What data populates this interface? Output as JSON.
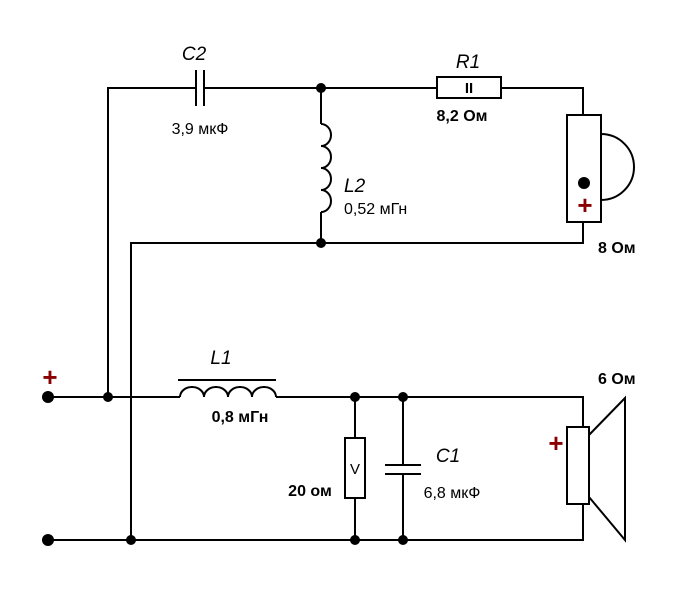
{
  "components": {
    "c2": {
      "name": "C2",
      "value": "3,9 мкФ"
    },
    "r1": {
      "name": "R1",
      "value": "8,2 Ом",
      "symbol": "II"
    },
    "l2": {
      "name": "L2",
      "value": "0,52 мГн"
    },
    "l1": {
      "name": "L1",
      "value": "0,8 мГн"
    },
    "c1": {
      "name": "C1",
      "value": "6,8 мкФ"
    },
    "varistor": {
      "symbol": "V",
      "value": "20 ом"
    }
  },
  "speakers": {
    "tweeter": {
      "impedance": "8 Ом",
      "polarity": "+"
    },
    "woofer": {
      "impedance": "6 Ом",
      "polarity": "+"
    }
  },
  "input": {
    "polarity": "+"
  },
  "colors": {
    "wire": "#000000",
    "polarity": "#8b0000"
  }
}
